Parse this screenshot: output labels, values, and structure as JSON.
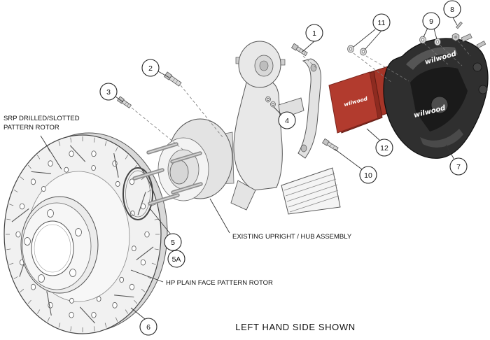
{
  "diagram": {
    "title": "LEFT HAND SIDE SHOWN",
    "brand": "wilwood",
    "labels": {
      "srp_line1": "SRP DRILLED/SLOTTED",
      "srp_line2": "PATTERN ROTOR",
      "upright": "EXISTING UPRIGHT / HUB ASSEMBLY",
      "hp_rotor": "HP PLAIN FACE PATTERN ROTOR"
    },
    "callouts": [
      {
        "label": "1"
      },
      {
        "label": "2"
      },
      {
        "label": "3"
      },
      {
        "label": "4"
      },
      {
        "label": "5"
      },
      {
        "label": "5A"
      },
      {
        "label": "6"
      },
      {
        "label": "7"
      },
      {
        "label": "8"
      },
      {
        "label": "9"
      },
      {
        "label": "10"
      },
      {
        "label": "11"
      },
      {
        "label": "12"
      }
    ],
    "colors": {
      "pad_red": "#b23b2e",
      "caliper_black": "#2f2f2f",
      "metal_gray": "#e8e8e8"
    }
  }
}
